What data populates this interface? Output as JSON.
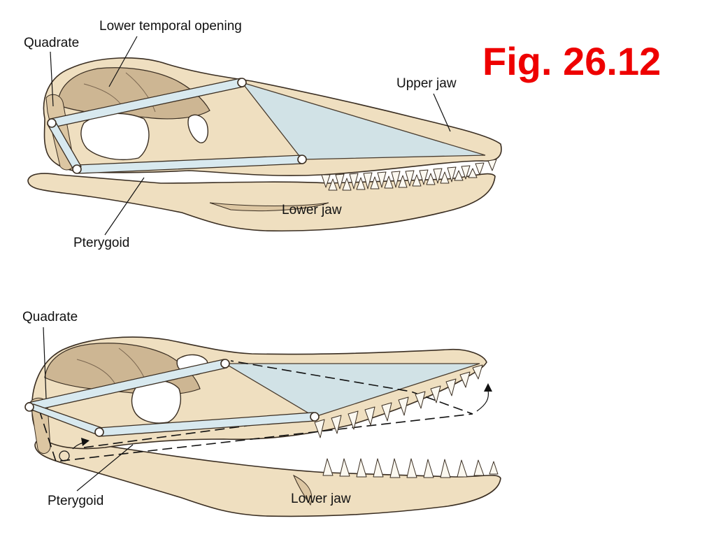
{
  "title": "Fig. 26.12",
  "top_panel": {
    "labels": {
      "quadrate": "Quadrate",
      "lower_temporal_opening": "Lower temporal opening",
      "upper_jaw": "Upper jaw",
      "lower_jaw": "Lower jaw",
      "pterygoid": "Pterygoid"
    }
  },
  "bottom_panel": {
    "labels": {
      "quadrate": "Quadrate",
      "lower_jaw": "Lower jaw",
      "pterygoid": "Pterygoid"
    }
  },
  "colors": {
    "title": "#ee0000",
    "bone": "#efdfc0",
    "linkage": "#cfe3ea"
  }
}
